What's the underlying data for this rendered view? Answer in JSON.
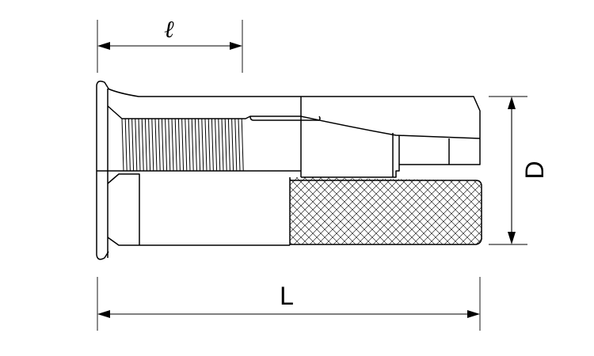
{
  "dimensions": {
    "thread_length_label": "ℓ",
    "overall_length_label": "L",
    "outer_diameter_label": "D"
  },
  "colors": {
    "line": "#000000",
    "background": "#ffffff"
  }
}
